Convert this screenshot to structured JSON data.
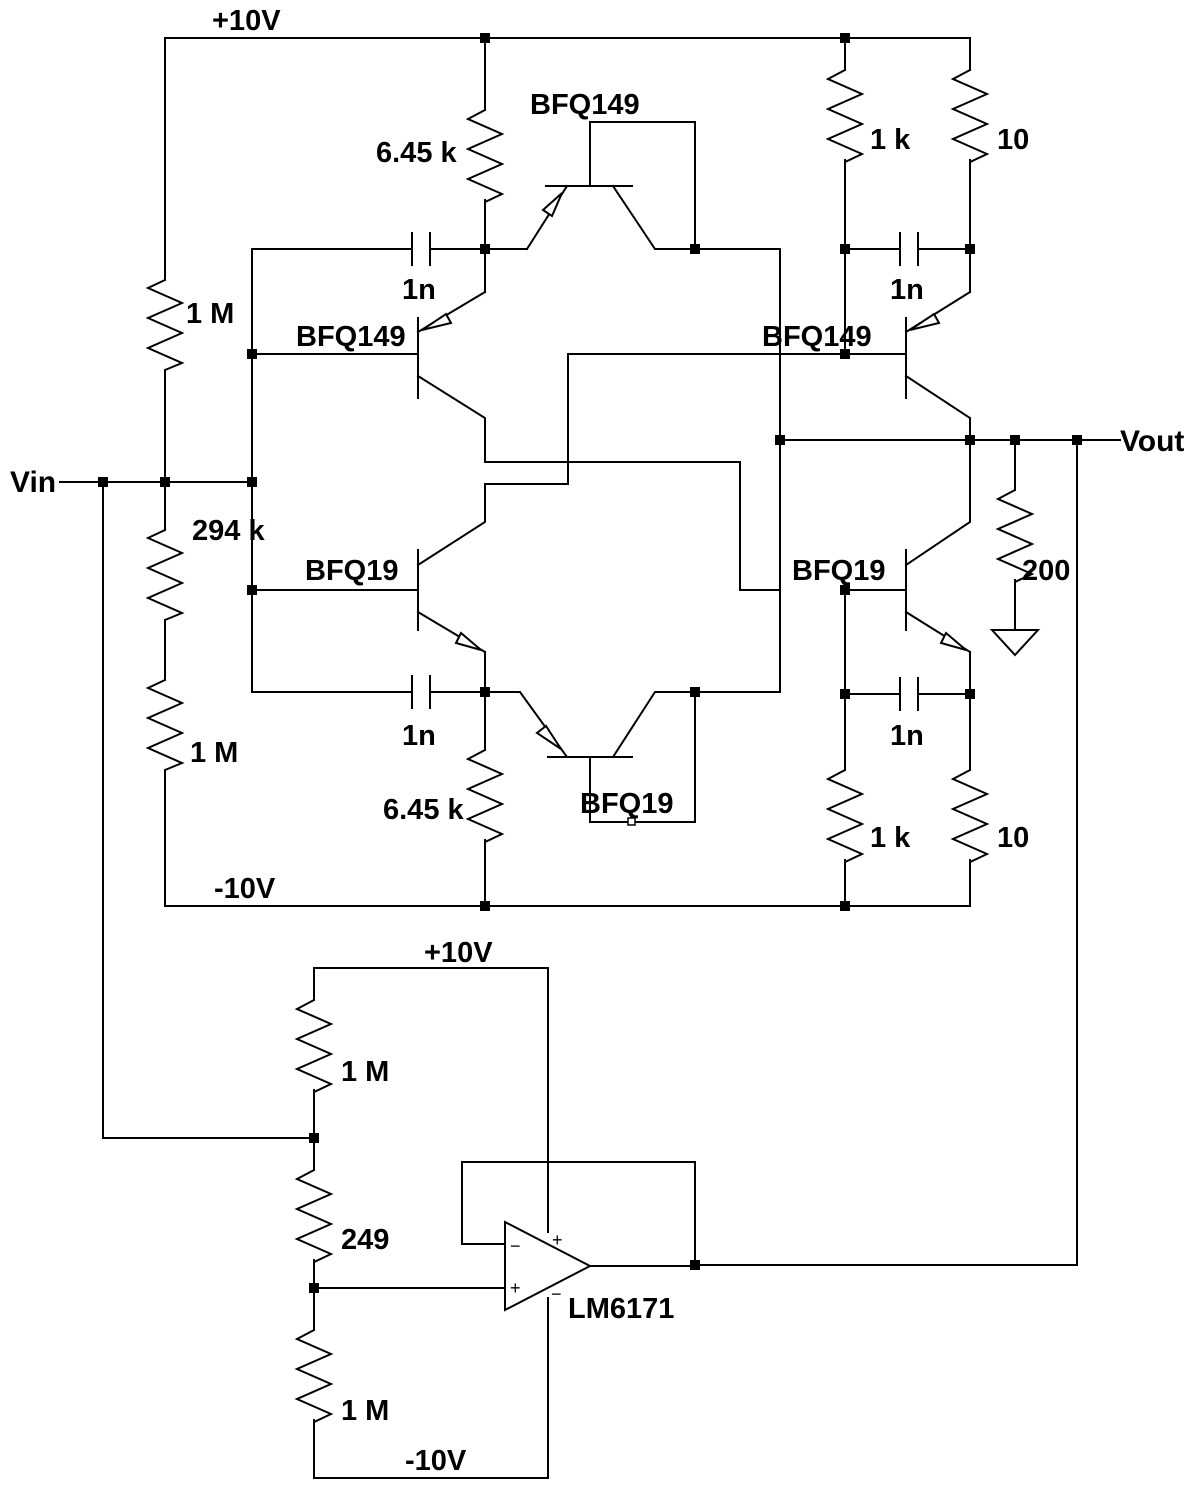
{
  "supplies": {
    "top_pos": "+10V",
    "mid_neg": "-10V",
    "opamp_pos": "+10V",
    "opamp_neg": "-10V"
  },
  "ports": {
    "input": "Vin",
    "output": "Vout"
  },
  "resistors": {
    "r_bias_top": "1 M",
    "r_bias_mid": "294 k",
    "r_bias_bot": "1 M",
    "r_upper_emitter": "6.45 k",
    "r_lower_emitter": "6.45 k",
    "r_out_up_left": "1 k",
    "r_out_up_right": "10",
    "r_out_dn_left": "1 k",
    "r_out_dn_right": "10",
    "r_load": "200",
    "r_op_top": "1 M",
    "r_op_mid": "249",
    "r_op_bot": "1 M"
  },
  "capacitors": {
    "c_upper_left": "1n",
    "c_upper_right": "1n",
    "c_lower_left": "1n",
    "c_lower_right": "1n"
  },
  "transistors": {
    "q_top": "BFQ149",
    "q_upper_left": "BFQ149",
    "q_upper_right": "BFQ149",
    "q_lower_left": "BFQ19",
    "q_lower_right": "BFQ19",
    "q_bottom": "BFQ19"
  },
  "opamp": {
    "name": "LM6171",
    "plus": "+",
    "minus": "−"
  }
}
